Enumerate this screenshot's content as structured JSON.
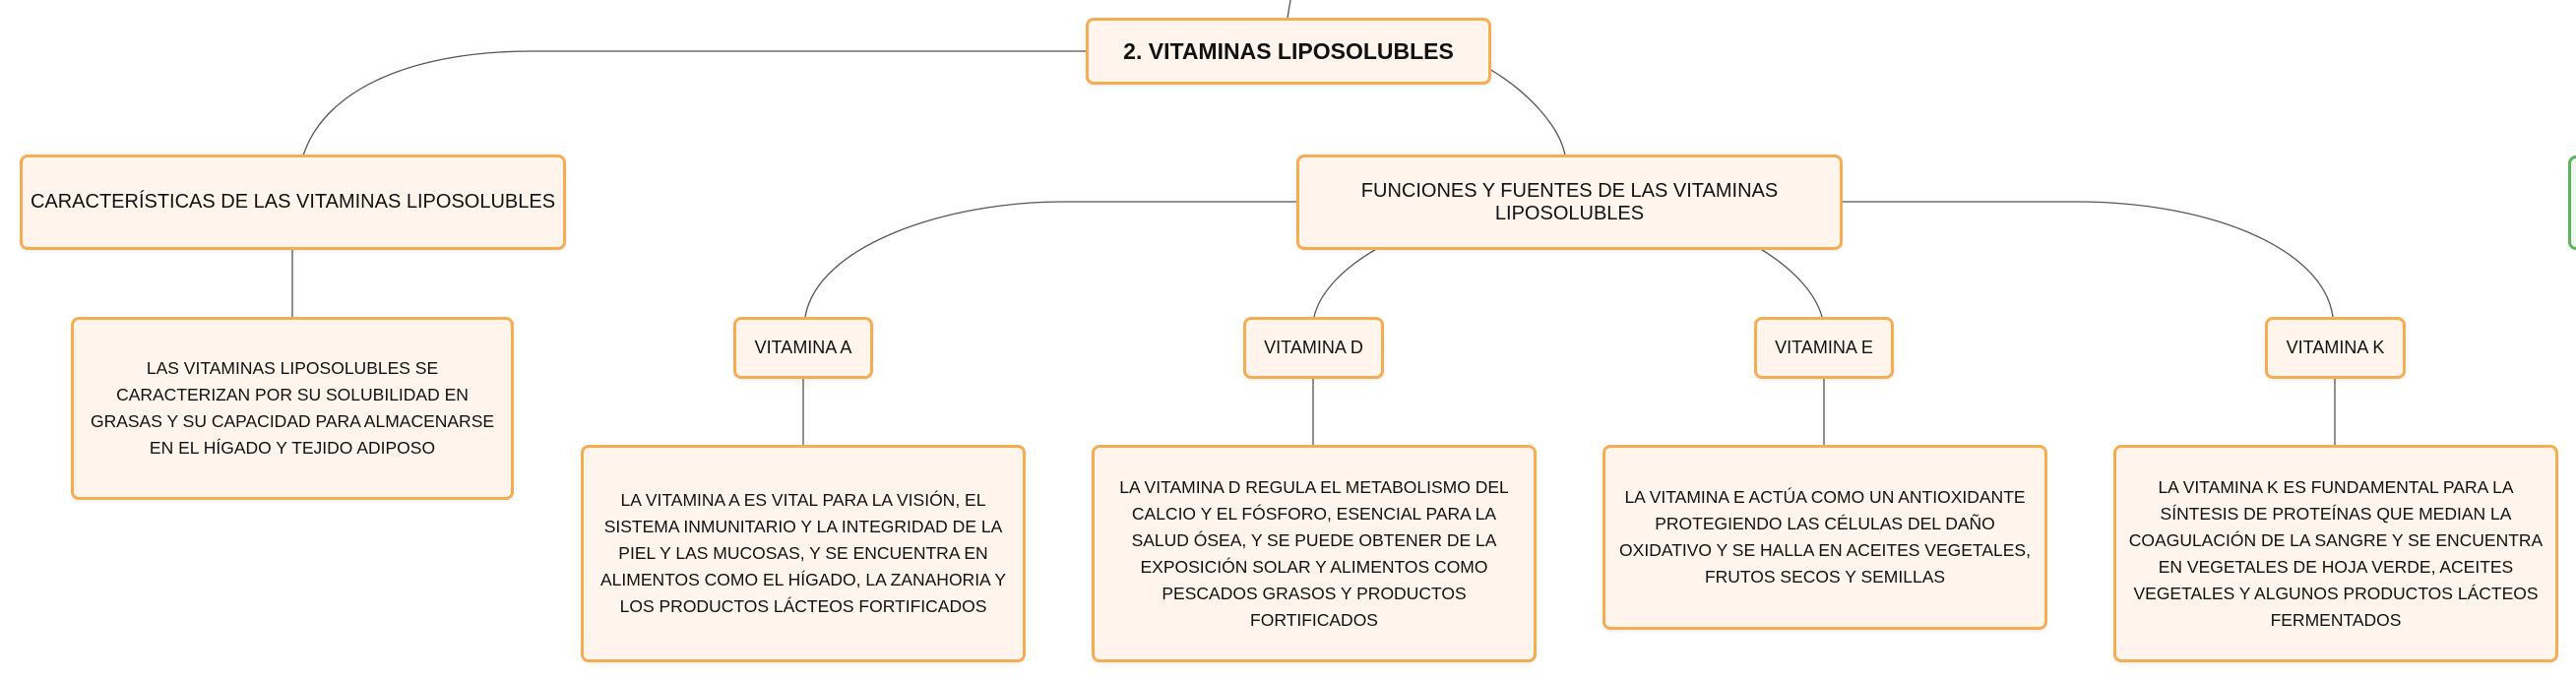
{
  "root": {
    "label": "2. VITAMINAS LIPOSOLUBLES"
  },
  "characteristics": {
    "label": "CARACTERÍSTICAS DE LAS VITAMINAS LIPOSOLUBLES",
    "description": "LAS VITAMINAS LIPOSOLUBLES SE CARACTERIZAN POR SU SOLUBILIDAD EN GRASAS Y SU CAPACIDAD PARA ALMACENARSE EN EL HÍGADO Y TEJIDO ADIPOSO"
  },
  "functions": {
    "label": "FUNCIONES Y FUENTES DE LAS VITAMINAS LIPOSOLUBLES"
  },
  "vitamins": [
    {
      "label": "VITAMINA A",
      "description": "LA VITAMINA A ES VITAL PARA LA VISIÓN, EL SISTEMA INMUNITARIO Y LA INTEGRIDAD DE LA PIEL Y LAS MUCOSAS, Y SE ENCUENTRA EN ALIMENTOS COMO EL HÍGADO, LA ZANAHORIA Y LOS PRODUCTOS LÁCTEOS FORTIFICADOS"
    },
    {
      "label": "VITAMINA D",
      "description": "LA VITAMINA D REGULA EL METABOLISMO DEL CALCIO Y EL FÓSFORO, ESENCIAL PARA LA SALUD ÓSEA, Y SE PUEDE OBTENER DE LA EXPOSICIÓN SOLAR Y ALIMENTOS COMO PESCADOS GRASOS Y PRODUCTOS FORTIFICADOS"
    },
    {
      "label": "VITAMINA E",
      "description": "LA VITAMINA E ACTÚA COMO UN ANTIOXIDANTE PROTEGIENDO LAS CÉLULAS DEL DAÑO OXIDATIVO Y SE HALLA EN ACEITES VEGETALES, FRUTOS SECOS Y SEMILLAS"
    },
    {
      "label": "VITAMINA K",
      "description": "LA VITAMINA K ES FUNDAMENTAL PARA LA SÍNTESIS DE PROTEÍNAS QUE MEDIAN LA COAGULACIÓN DE LA SANGRE Y SE ENCUENTRA EN VEGETALES DE HOJA VERDE, ACEITES VEGETALES Y ALGUNOS PRODUCTOS LÁCTEOS FERMENTADOS"
    }
  ],
  "colors": {
    "node_fill": "#fff5ec",
    "node_border": "#f5ad54",
    "connector": "#555555",
    "offscreen_node_border": "#5bb55e"
  }
}
